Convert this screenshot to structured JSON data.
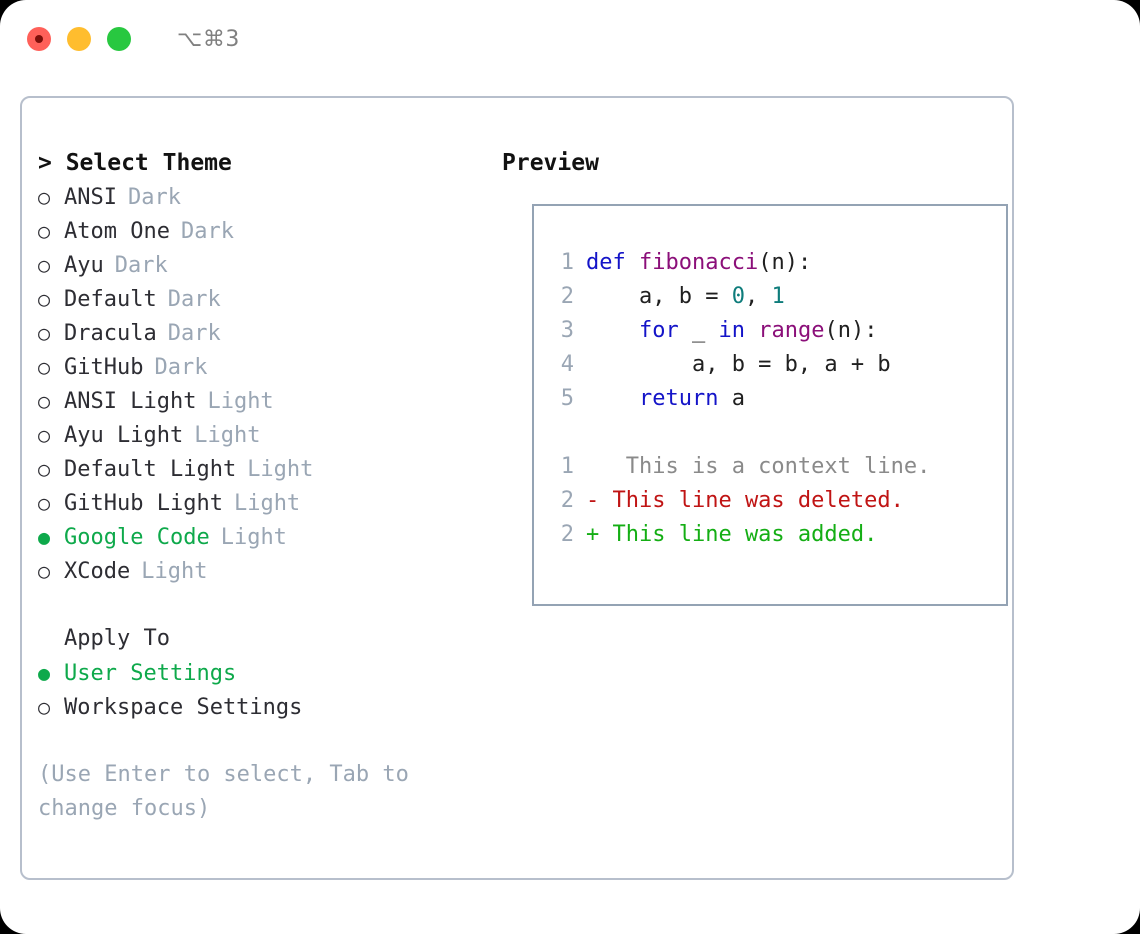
{
  "titlebar": {
    "dots": [
      {
        "name": "close",
        "color": "#ff6059"
      },
      {
        "name": "minimize",
        "color": "#ffbd2e"
      },
      {
        "name": "maximize",
        "color": "#28c840"
      }
    ],
    "shortcut": "⌥⌘3"
  },
  "theme_picker": {
    "heading": "> Select Theme",
    "marker_unselected": "○",
    "marker_selected": "●",
    "items": [
      {
        "label": "ANSI",
        "badge": "Dark",
        "selected": false
      },
      {
        "label": "Atom One",
        "badge": "Dark",
        "selected": false
      },
      {
        "label": "Ayu",
        "badge": "Dark",
        "selected": false
      },
      {
        "label": "Default",
        "badge": "Dark",
        "selected": false
      },
      {
        "label": "Dracula",
        "badge": "Dark",
        "selected": false
      },
      {
        "label": "GitHub",
        "badge": "Dark",
        "selected": false
      },
      {
        "label": "ANSI Light",
        "badge": "Light",
        "selected": false
      },
      {
        "label": "Ayu Light",
        "badge": "Light",
        "selected": false
      },
      {
        "label": "Default Light",
        "badge": "Light",
        "selected": false
      },
      {
        "label": "GitHub Light",
        "badge": "Light",
        "selected": false
      },
      {
        "label": "Google Code",
        "badge": "Light",
        "selected": true
      },
      {
        "label": "XCode",
        "badge": "Light",
        "selected": false
      }
    ]
  },
  "apply_to": {
    "heading": "Apply To",
    "items": [
      {
        "label": "User Settings",
        "selected": true
      },
      {
        "label": "Workspace Settings",
        "selected": false
      }
    ]
  },
  "hint": "(Use Enter to select, Tab to change focus)",
  "preview": {
    "heading": "Preview",
    "code_lines": [
      {
        "no": "1",
        "tokens": [
          {
            "t": "def ",
            "c": "kw"
          },
          {
            "t": "fibonacci",
            "c": "fn"
          },
          {
            "t": "(n):",
            "c": "pl"
          }
        ]
      },
      {
        "no": "2",
        "tokens": [
          {
            "t": "    a, b = ",
            "c": "pl"
          },
          {
            "t": "0",
            "c": "num"
          },
          {
            "t": ", ",
            "c": "pl"
          },
          {
            "t": "1",
            "c": "num"
          }
        ]
      },
      {
        "no": "3",
        "tokens": [
          {
            "t": "    ",
            "c": "pl"
          },
          {
            "t": "for",
            "c": "kw"
          },
          {
            "t": " _ ",
            "c": "pl"
          },
          {
            "t": "in",
            "c": "kw"
          },
          {
            "t": " ",
            "c": "pl"
          },
          {
            "t": "range",
            "c": "fn"
          },
          {
            "t": "(n):",
            "c": "pl"
          }
        ]
      },
      {
        "no": "4",
        "tokens": [
          {
            "t": "        a, b = b, a + b",
            "c": "pl"
          }
        ]
      },
      {
        "no": "5",
        "tokens": [
          {
            "t": "    ",
            "c": "pl"
          },
          {
            "t": "return",
            "c": "kw"
          },
          {
            "t": " a",
            "c": "pl"
          }
        ]
      }
    ],
    "diff_lines": [
      {
        "no": "1",
        "marker": " ",
        "text": "  This is a context line.",
        "kind": "ctx"
      },
      {
        "no": "2",
        "marker": "-",
        "text": " This line was deleted.",
        "kind": "del"
      },
      {
        "no": "2",
        "marker": "+",
        "text": " This line was added.",
        "kind": "add"
      }
    ]
  },
  "colors": {
    "accent_green": "#0ea94b",
    "badge_gray": "#9aa6b4",
    "border": "#b7bfcc",
    "preview_border": "#94a3b4",
    "keyword": "#1414c8",
    "function": "#8b0f79",
    "number": "#0e7c7b",
    "diff_context": "#8a8a8a",
    "diff_deleted": "#c01414",
    "diff_added": "#14ae14"
  }
}
